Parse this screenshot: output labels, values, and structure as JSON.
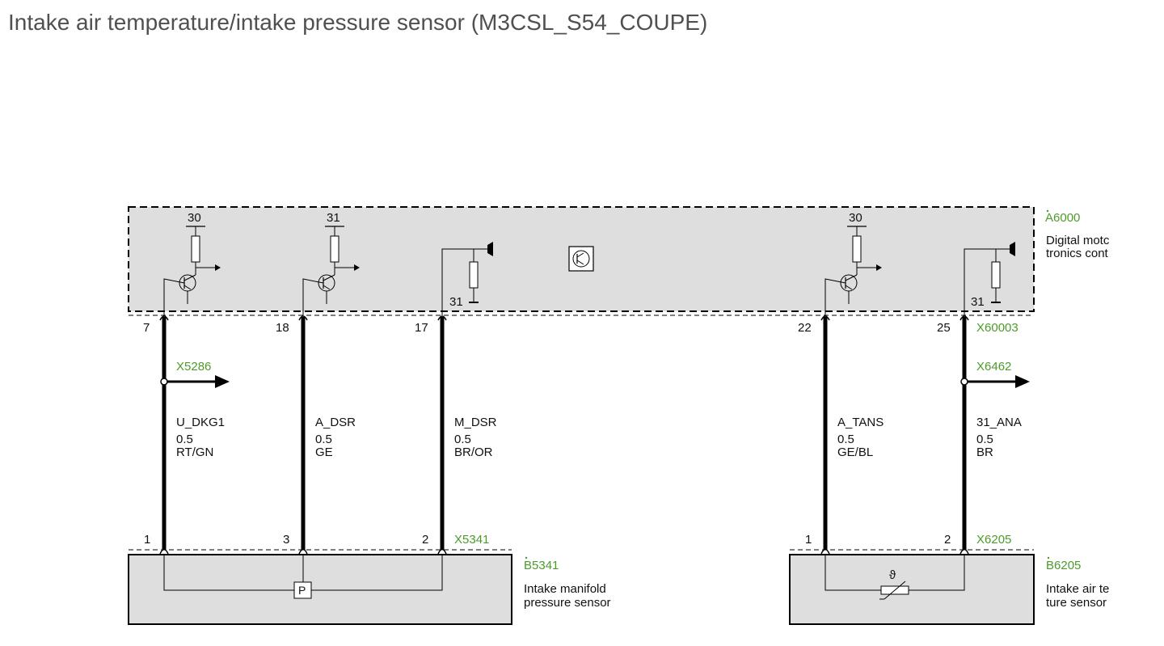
{
  "page": {
    "title": "Intake air temperature/intake pressure sensor (M3CSL_S54_COUPE)"
  },
  "colors": {
    "accent_green": "#4d9a2c",
    "component_fill": "#dedede",
    "wire": "#000000"
  },
  "dme": {
    "id": "A6000",
    "description_line1": "Digital motc",
    "description_line2": "tronics cont",
    "connector": "X60003",
    "supply_30_left": "30",
    "supply_31": "31",
    "supply_30_right": "30",
    "ground_31_left": "31",
    "ground_31_right": "31"
  },
  "wires": [
    {
      "pin_top": "7",
      "pin_bottom": "1",
      "signal": "U_DKG1",
      "gauge": "0.5",
      "color": "RT/GN"
    },
    {
      "pin_top": "18",
      "pin_bottom": "3",
      "signal": "A_DSR",
      "gauge": "0.5",
      "color": "GE"
    },
    {
      "pin_top": "17",
      "pin_bottom": "2",
      "signal": "M_DSR",
      "gauge": "0.5",
      "color": "BR/OR"
    },
    {
      "pin_top": "22",
      "pin_bottom": "1",
      "signal": "A_TANS",
      "gauge": "0.5",
      "color": "GE/BL"
    },
    {
      "pin_top": "25",
      "pin_bottom": "2",
      "signal": "31_ANA",
      "gauge": "0.5",
      "color": "BR"
    }
  ],
  "splices": {
    "left": "X5286",
    "right": "X6462"
  },
  "sensor_pressure": {
    "id": "B5341",
    "connector": "X5341",
    "symbol": "P",
    "description_line1": "Intake manifold",
    "description_line2": "pressure sensor"
  },
  "sensor_temperature": {
    "id": "B6205",
    "connector": "X6205",
    "symbol": "ϑ",
    "description_line1": "Intake air te",
    "description_line2": "ture sensor"
  }
}
